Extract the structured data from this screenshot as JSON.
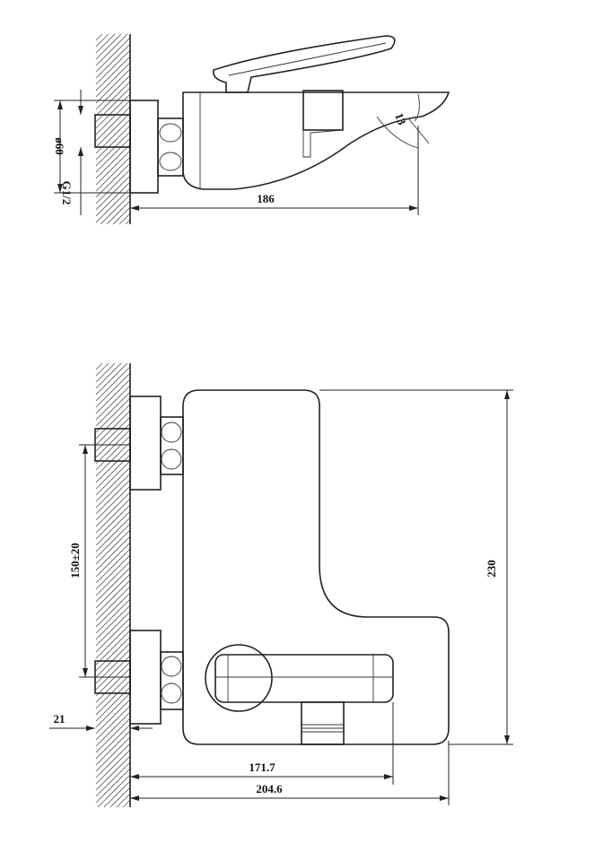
{
  "title": "Wall-mounted bath mixer technical drawing",
  "side_view": {
    "dim_diameter": "ø60",
    "dim_thread": "G1/2",
    "dim_length": "186",
    "dim_angle": "13"
  },
  "front_view": {
    "dim_spacing": "150±20",
    "dim_height": "230",
    "dim_wall": "21",
    "dim_handle_reach": "171.7",
    "dim_total_reach": "204.6"
  }
}
